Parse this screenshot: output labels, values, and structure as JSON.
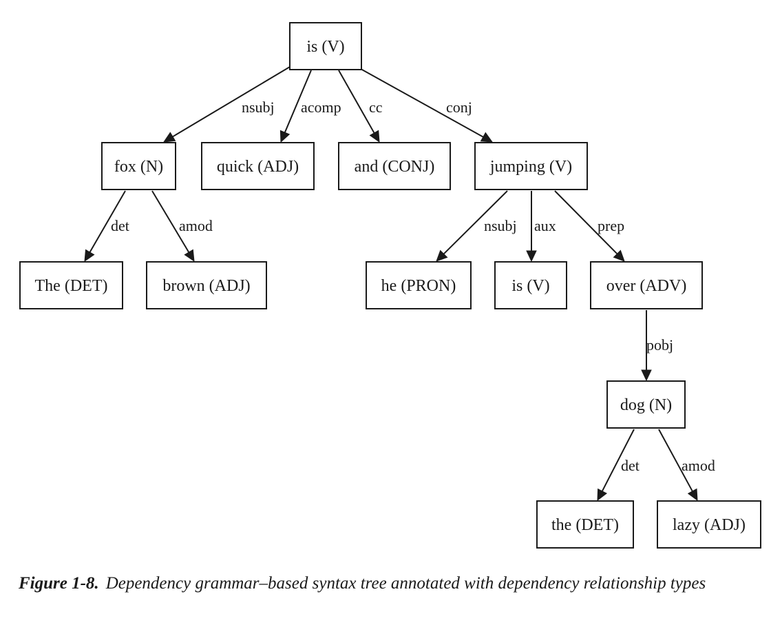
{
  "diagram": {
    "nodes": [
      {
        "id": "n_is",
        "label": "is (V)"
      },
      {
        "id": "n_fox",
        "label": "fox (N)"
      },
      {
        "id": "n_quick",
        "label": "quick (ADJ)"
      },
      {
        "id": "n_and",
        "label": "and (CONJ)"
      },
      {
        "id": "n_jumping",
        "label": "jumping (V)"
      },
      {
        "id": "n_the_cap",
        "label": "The (DET)"
      },
      {
        "id": "n_brown",
        "label": "brown (ADJ)"
      },
      {
        "id": "n_he",
        "label": "he (PRON)"
      },
      {
        "id": "n_is2",
        "label": "is (V)"
      },
      {
        "id": "n_over",
        "label": "over (ADV)"
      },
      {
        "id": "n_dog",
        "label": "dog (N)"
      },
      {
        "id": "n_the",
        "label": "the (DET)"
      },
      {
        "id": "n_lazy",
        "label": "lazy (ADJ)"
      }
    ],
    "edges": [
      {
        "from": "n_is",
        "to": "n_fox",
        "label": "nsubj"
      },
      {
        "from": "n_is",
        "to": "n_quick",
        "label": "acomp"
      },
      {
        "from": "n_is",
        "to": "n_and",
        "label": "cc"
      },
      {
        "from": "n_is",
        "to": "n_jumping",
        "label": "conj"
      },
      {
        "from": "n_fox",
        "to": "n_the_cap",
        "label": "det"
      },
      {
        "from": "n_fox",
        "to": "n_brown",
        "label": "amod"
      },
      {
        "from": "n_jumping",
        "to": "n_he",
        "label": "nsubj"
      },
      {
        "from": "n_jumping",
        "to": "n_is2",
        "label": "aux"
      },
      {
        "from": "n_jumping",
        "to": "n_over",
        "label": "prep"
      },
      {
        "from": "n_over",
        "to": "n_dog",
        "label": "pobj"
      },
      {
        "from": "n_dog",
        "to": "n_the",
        "label": "det"
      },
      {
        "from": "n_dog",
        "to": "n_lazy",
        "label": "amod"
      }
    ]
  },
  "caption": {
    "figure_number": "Figure 1-8.",
    "text": "Dependency grammar–based syntax tree annotated with dependency relationship types"
  }
}
